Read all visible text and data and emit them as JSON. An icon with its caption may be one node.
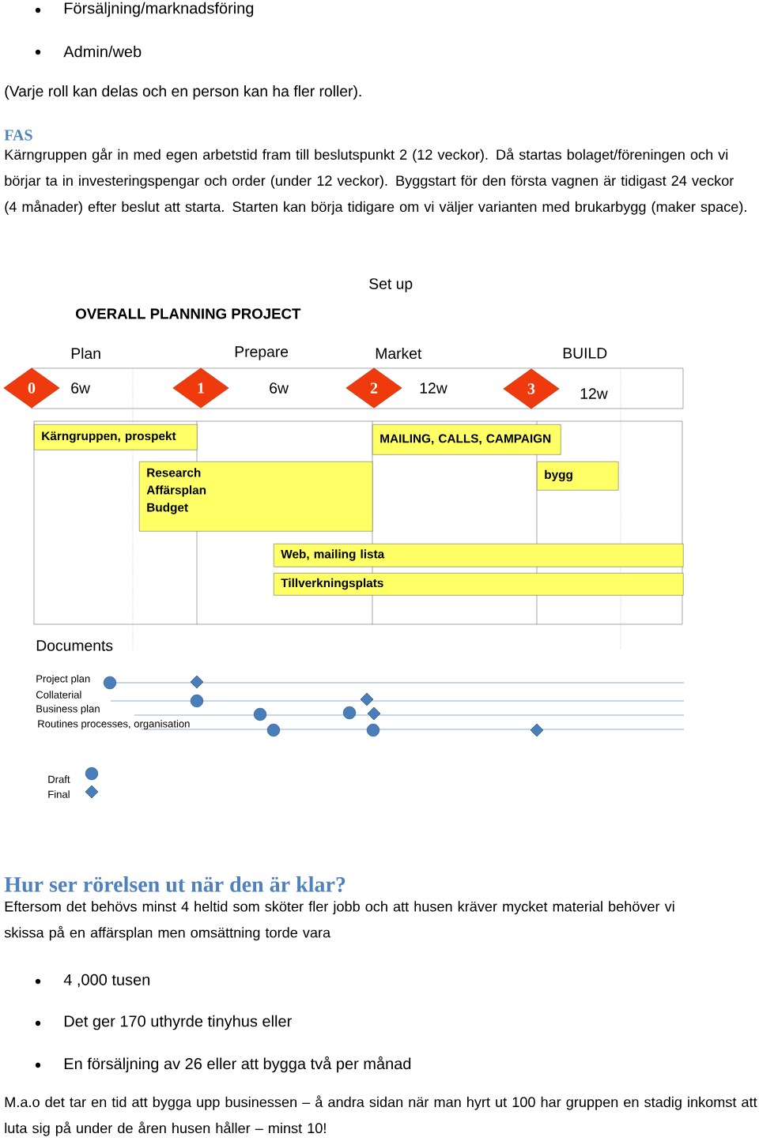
{
  "diagram": {
    "title": "OVERALL PLANNING PROJECT",
    "nodes": [
      {
        "text": [
          "0"
        ]
      },
      {
        "text": [
          "1"
        ]
      },
      {
        "text": [
          "2"
        ]
      },
      {
        "text": [
          "3"
        ]
      },
      {
        "text": [
          "Kärngruppen, prospekt"
        ]
      },
      {
        "text": [
          "Research Affärsplan Budget"
        ]
      },
      {
        "text": [
          "MAILING, CALLS, CAMPAIGN"
        ]
      },
      {
        "text": [
          "bygg"
        ]
      },
      {
        "text": [
          "Web, mailing lista"
        ]
      },
      {
        "text": [
          "Tillverkningsplats"
        ]
      }
    ],
    "edges": [],
    "labels": [
      "Försäljning/marknadsföring",
      "Admin/web",
      "(Varje roll kan delas och en person kan ha fler roller).",
      "FAS",
      "Kärngruppen går in med egen arbetstid fram till beslutspunkt 2 (12 veckor). Då startas bolaget/föreningen och vi börjar ta in investeringspengar och order (under 12 veckor). Byggstart för den första vagnen är tidigast 24 veckor (4 månader) efter beslut att starta. Starten kan börja tidigare om vi väljer varianten med brukarbygg (maker space).",
      "Set up",
      "Plan",
      "Prepare",
      "Market",
      "BUILD",
      "6w",
      "6w",
      "12w",
      "12w",
      "Documents",
      "Project plan",
      "Collaterial",
      "Business plan",
      "Routines processes, organisation",
      "Hur ser rörelsen ut när den är klar?",
      "Eftersom det behövs minst 4 heltid som sköter fler jobb och att husen kräver mycket material behöver vi skissa på en affärsplan men omsättning torde vara",
      "4 ,000 tusen",
      "Det ger 170 uthyrde tinyhus eller",
      "En försäljning av 26 eller att bygga två per månad",
      "M.a.o det tar en tid att bygga upp businessen – å andra sidan när man hyrt ut 100 har gruppen en stadig inkomst att luta sig på under de åren husen håller – minst 10!"
    ],
    "legend": [
      {
        "text": "Draft"
      },
      {
        "text": "Final"
      }
    ]
  }
}
